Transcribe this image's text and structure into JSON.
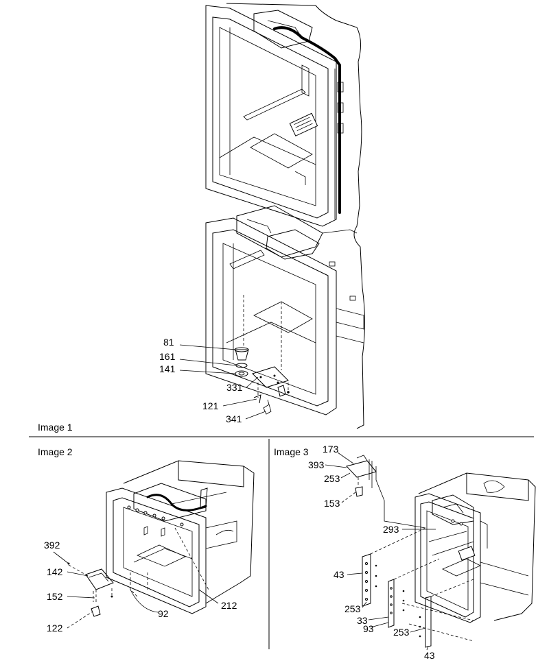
{
  "captions": {
    "image1": "Image 1",
    "image2": "Image 2",
    "image3": "Image 3"
  },
  "image1": {
    "callouts": [
      "81",
      "161",
      "141",
      "331",
      "121",
      "341"
    ]
  },
  "image2": {
    "callouts": [
      "392",
      "142",
      "152",
      "122",
      "92",
      "212"
    ]
  },
  "image3": {
    "callouts": [
      "173",
      "393",
      "253",
      "153",
      "293",
      "43",
      "253",
      "33",
      "93",
      "253",
      "43"
    ]
  }
}
